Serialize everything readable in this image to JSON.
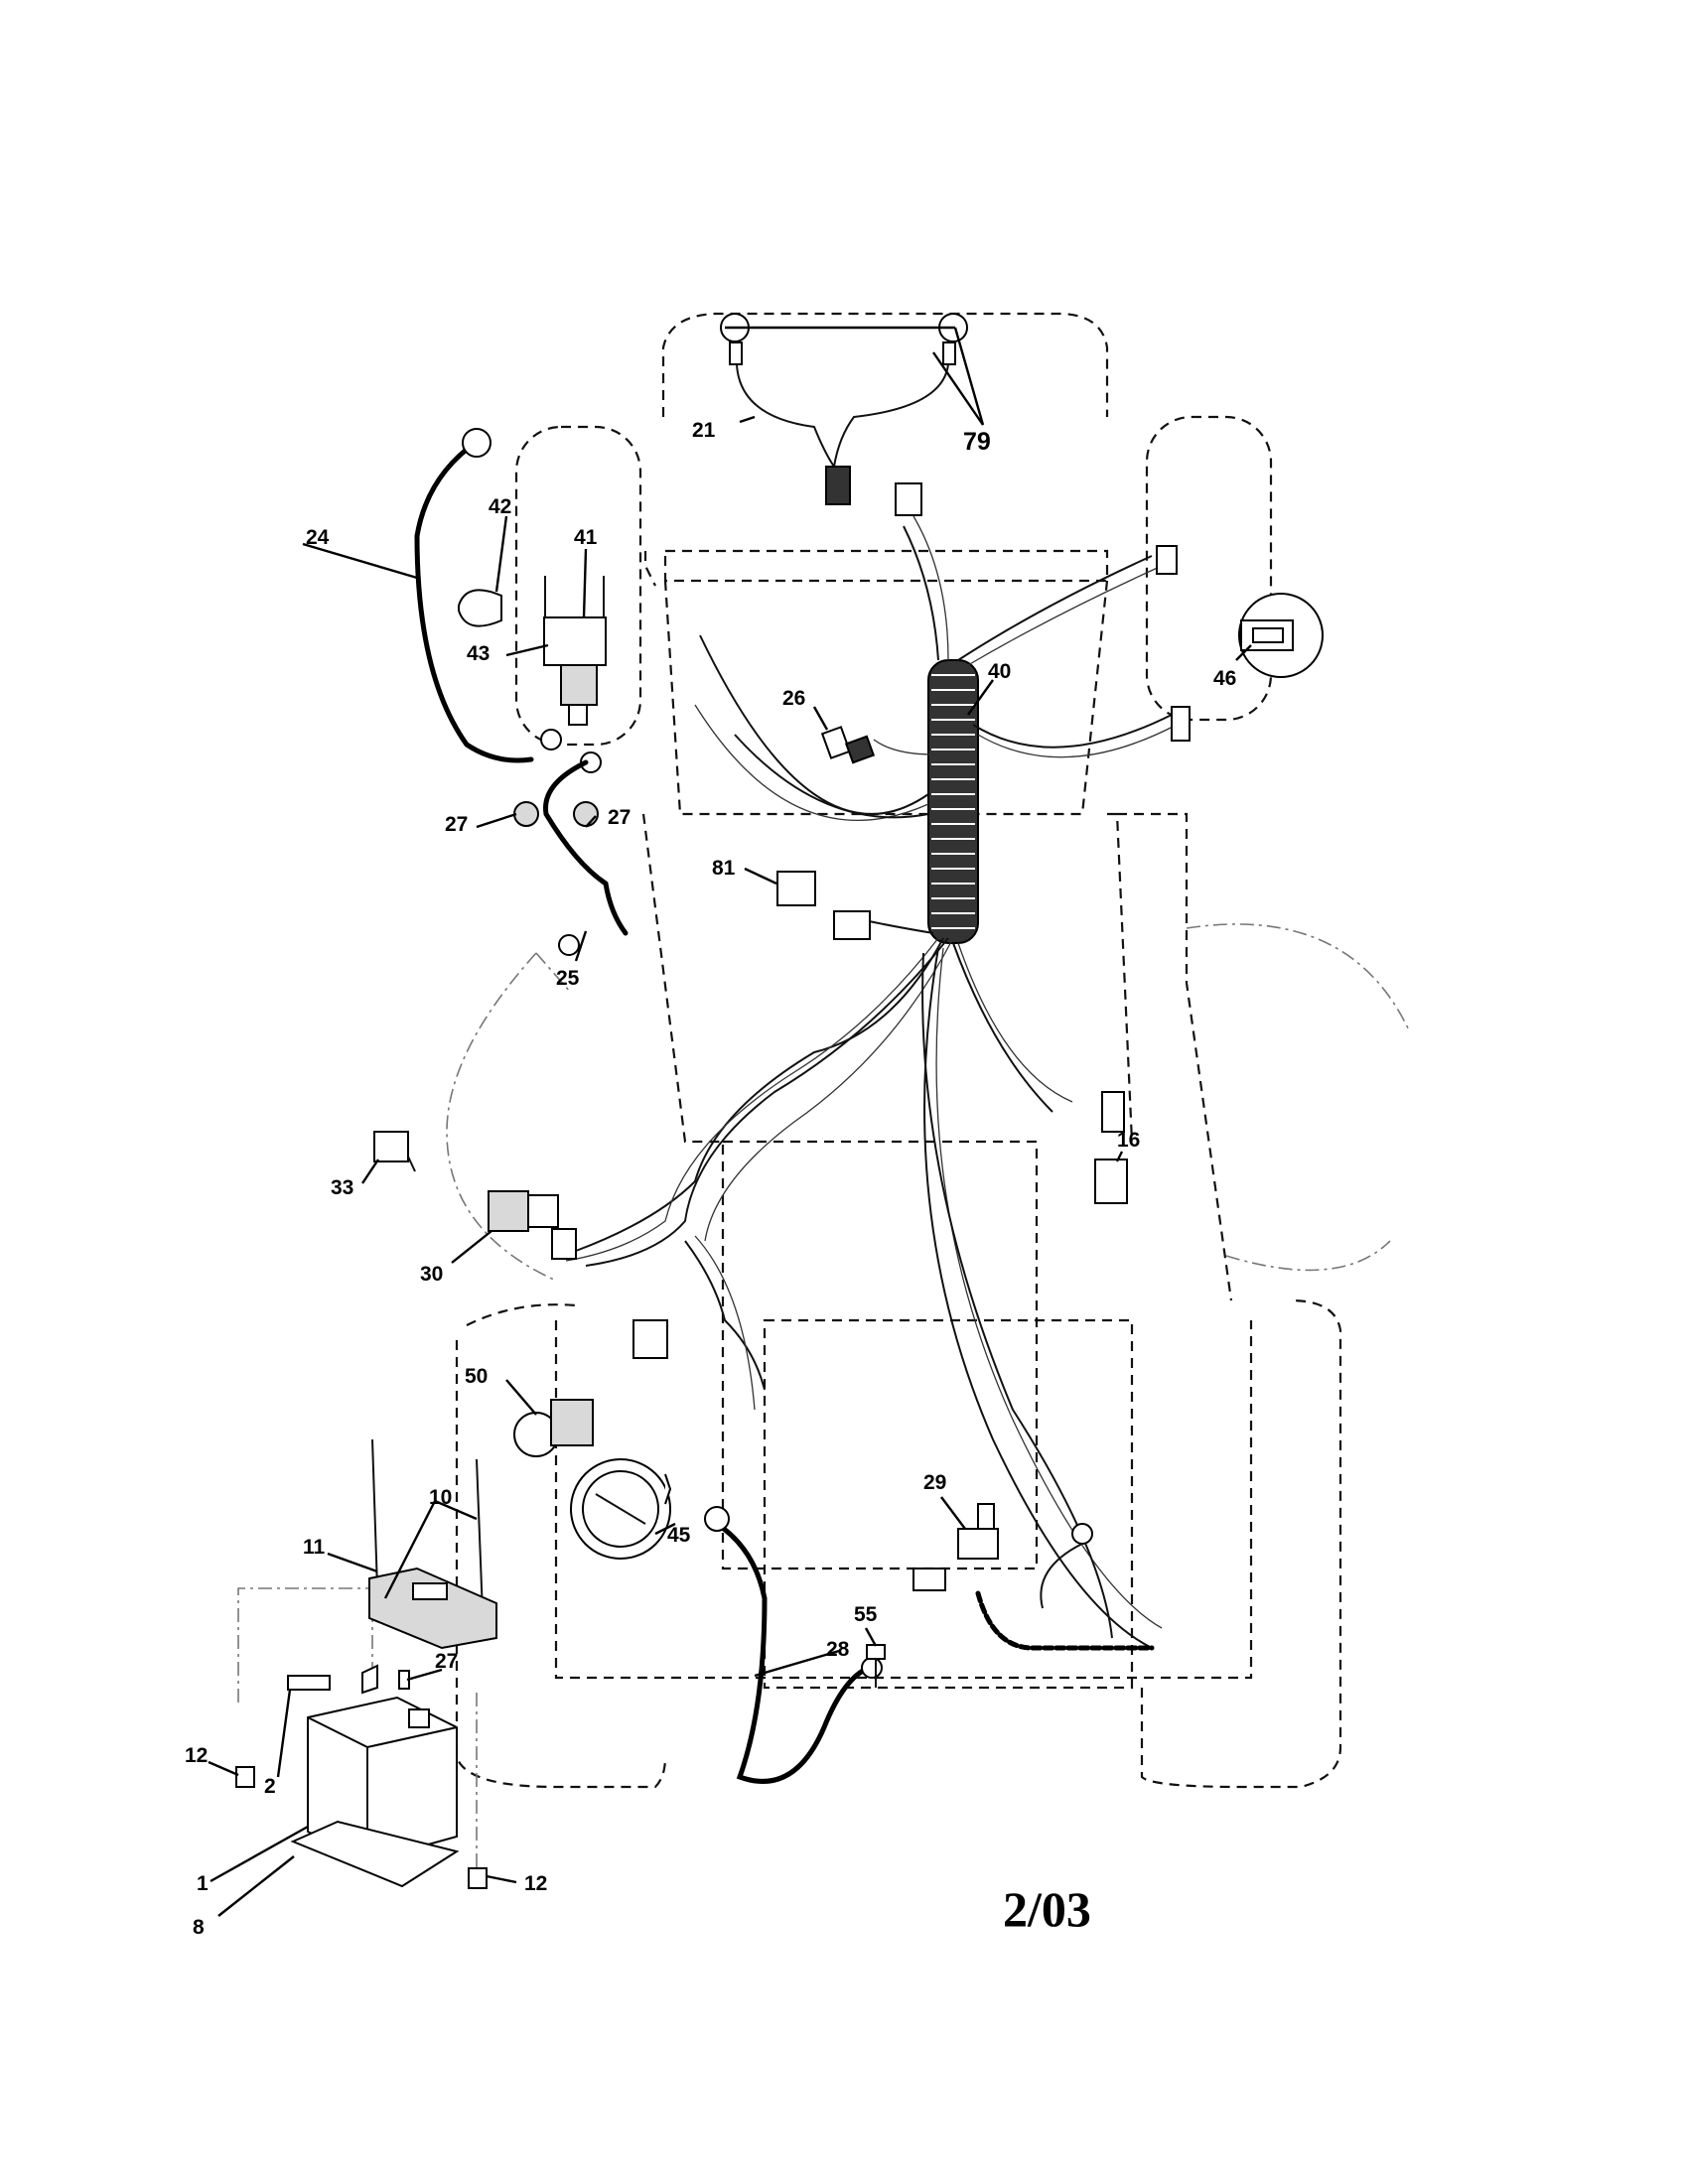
{
  "diagram": {
    "date_code": "2/03",
    "callouts": [
      {
        "id": "c1",
        "label": "1"
      },
      {
        "id": "c2",
        "label": "2"
      },
      {
        "id": "c8",
        "label": "8"
      },
      {
        "id": "c10",
        "label": "10"
      },
      {
        "id": "c11",
        "label": "11"
      },
      {
        "id": "c12a",
        "label": "12"
      },
      {
        "id": "c12b",
        "label": "12"
      },
      {
        "id": "c16",
        "label": "16"
      },
      {
        "id": "c21",
        "label": "21"
      },
      {
        "id": "c24",
        "label": "24"
      },
      {
        "id": "c25",
        "label": "25"
      },
      {
        "id": "c26",
        "label": "26"
      },
      {
        "id": "c27a",
        "label": "27"
      },
      {
        "id": "c27b",
        "label": "27"
      },
      {
        "id": "c27c",
        "label": "27"
      },
      {
        "id": "c28",
        "label": "28"
      },
      {
        "id": "c29",
        "label": "29"
      },
      {
        "id": "c30",
        "label": "30"
      },
      {
        "id": "c33",
        "label": "33"
      },
      {
        "id": "c40",
        "label": "40"
      },
      {
        "id": "c41",
        "label": "41"
      },
      {
        "id": "c42",
        "label": "42"
      },
      {
        "id": "c43",
        "label": "43"
      },
      {
        "id": "c45",
        "label": "45"
      },
      {
        "id": "c46",
        "label": "46"
      },
      {
        "id": "c50",
        "label": "50"
      },
      {
        "id": "c55",
        "label": "55"
      },
      {
        "id": "c79",
        "label": "79"
      },
      {
        "id": "c81",
        "label": "81"
      }
    ]
  }
}
